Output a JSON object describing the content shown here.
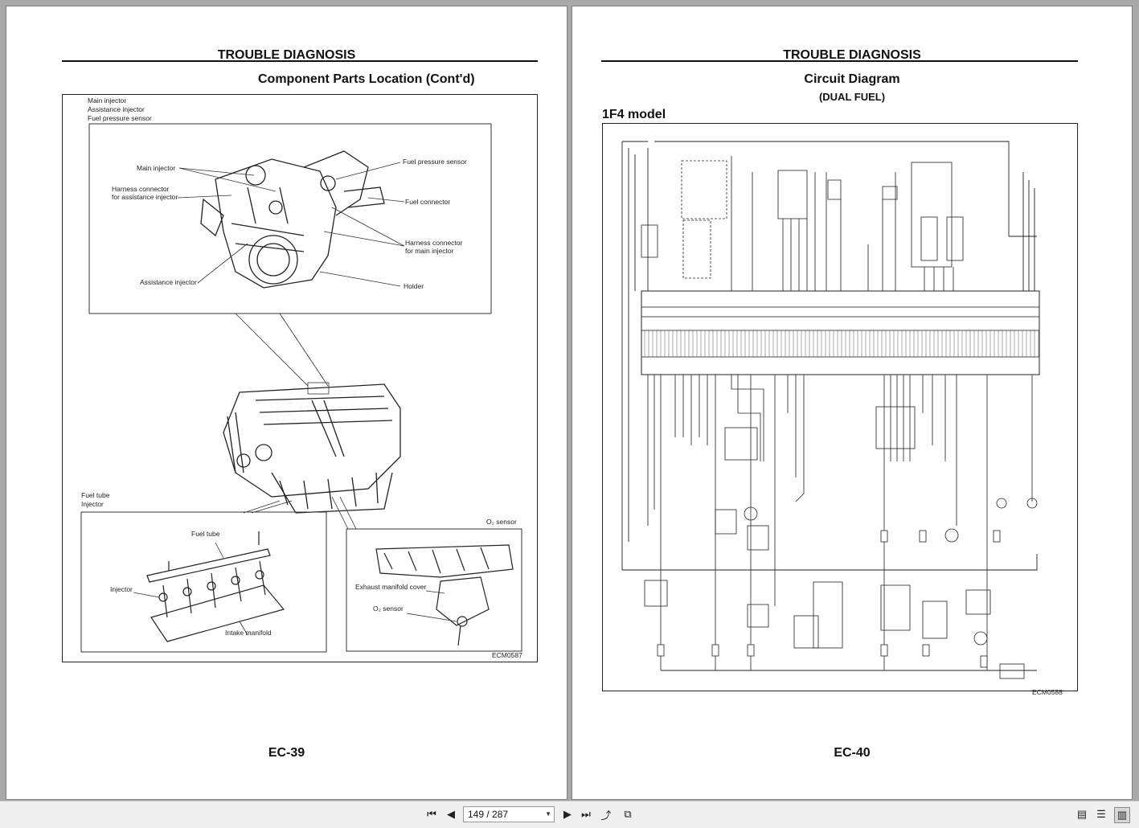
{
  "left_page": {
    "header": "TROUBLE DIAGNOSIS",
    "section_title": "Component Parts Location (Cont'd)",
    "page_number": "EC-39",
    "figure": {
      "code": "ECM0587",
      "top_labels": [
        "Main injector",
        "Assistance injector",
        "Fuel pressure sensor"
      ],
      "callouts": {
        "main_injector": "Main injector",
        "fuel_pressure_sensor": "Fuel pressure sensor",
        "harness_assist_1": "Harness connector",
        "harness_assist_2": "for assistance injector",
        "fuel_connector": "Fuel connector",
        "harness_main_1": "Harness connector",
        "harness_main_2": "for main injector",
        "assistance_injector": "Assistance injector",
        "holder": "Holder"
      },
      "inset_left": {
        "title_1": "Fuel tube",
        "title_2": "Injector",
        "fuel_tube": "Fuel tube",
        "injector": "Injector",
        "intake_manifold": "Intake manifold"
      },
      "inset_right": {
        "title": "O₂ sensor",
        "exhaust": "Exhaust manifold cover",
        "o2": "O₂ sensor"
      }
    }
  },
  "right_page": {
    "header": "TROUBLE DIAGNOSIS",
    "section_title": "Circuit Diagram",
    "section_subtitle": "(DUAL FUEL)",
    "model_label": "1F4 model",
    "page_number": "EC-40",
    "figure": {
      "code": "ECM0588"
    }
  },
  "toolbar": {
    "page_indicator": "149 / 287",
    "icons": [
      "first-page-icon",
      "prev-page-icon",
      "next-page-icon",
      "last-page-icon",
      "rotate-icon",
      "two-window-icon",
      "single-page-view-icon",
      "continuous-view-icon",
      "two-page-view-icon"
    ]
  }
}
